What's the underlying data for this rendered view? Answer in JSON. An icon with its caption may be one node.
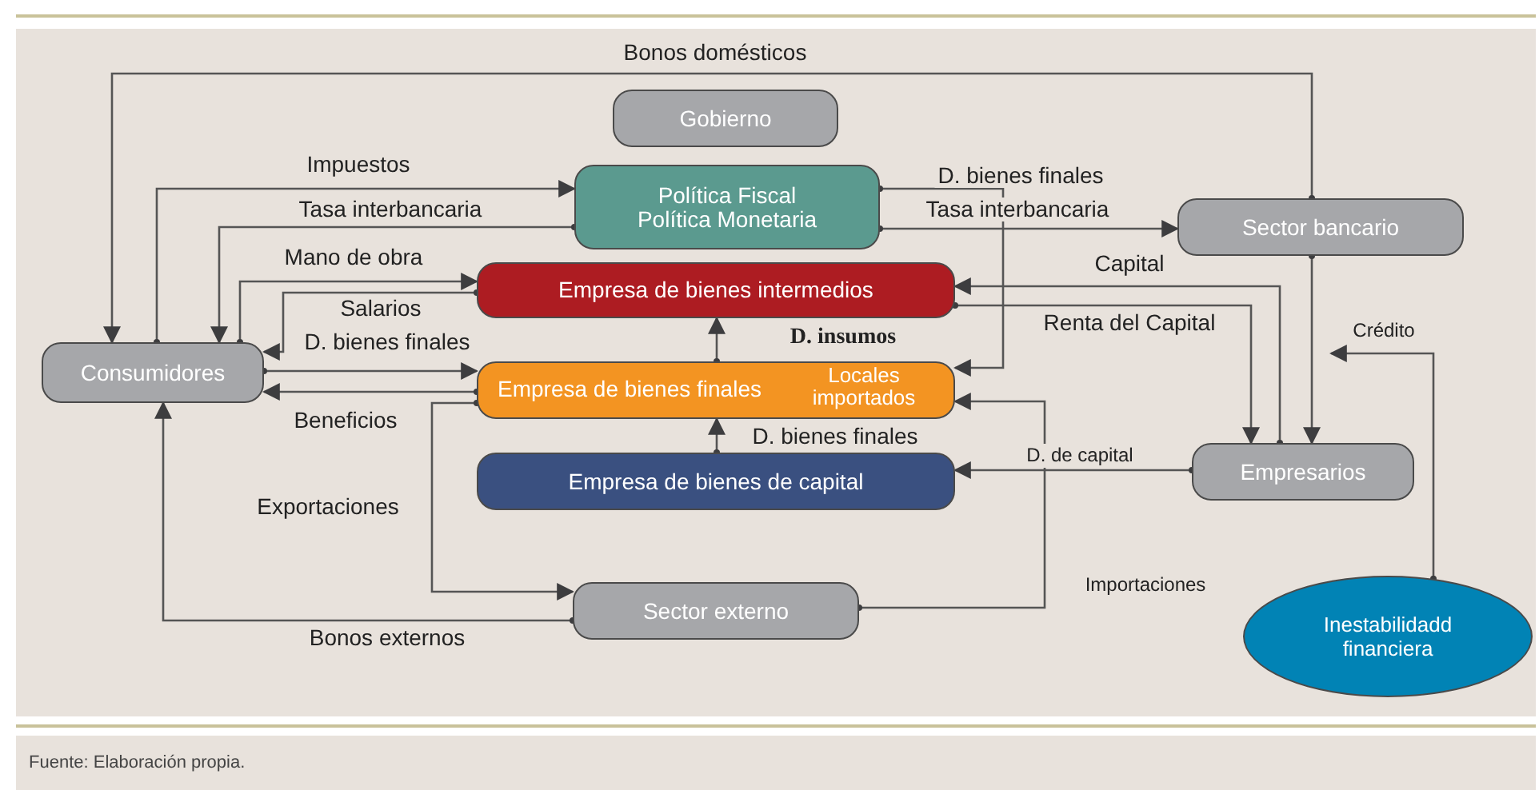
{
  "diagram": {
    "caption": "Fuente: Elaboración propia.",
    "nodes": [
      {
        "text": [
          "Gobierno"
        ]
      },
      {
        "text": [
          "Política Fiscal",
          "Política Monetaria"
        ]
      },
      {
        "text": [
          "Empresa de bienes intermedios"
        ]
      },
      {
        "text": [
          "Consumidores"
        ]
      },
      {
        "text": [
          "Empresa de bienes finales",
          "Locales importados"
        ]
      },
      {
        "text": [
          "Empresa de bienes de capital"
        ]
      },
      {
        "text": [
          "Sector bancario"
        ]
      },
      {
        "text": [
          "Empresarios"
        ]
      },
      {
        "text": [
          "Sector externo"
        ]
      },
      {
        "text": [
          "Inestabilidadd financiera"
        ]
      }
    ],
    "edges": [
      {
        "from": 6,
        "to": 3,
        "arrow": "to",
        "label": "Bonos domésticos"
      },
      {
        "from": 6,
        "to": 7,
        "arrow": "to"
      },
      {
        "from": 3,
        "to": 1,
        "arrow": "to",
        "label": "Impuestos"
      },
      {
        "from": 1,
        "to": 3,
        "arrow": "to",
        "label": "Tasa interbancaria"
      },
      {
        "from": 1,
        "to": 4,
        "arrow": "to",
        "label": "D. bienes finales"
      },
      {
        "from": 1,
        "to": 6,
        "arrow": "to",
        "label": "Tasa interbancaria"
      },
      {
        "from": 3,
        "to": 2,
        "arrow": "to",
        "label": "Mano de obra"
      },
      {
        "from": 2,
        "to": 3,
        "arrow": "to",
        "label": "Salarios"
      },
      {
        "from": 3,
        "to": 4,
        "arrow": "to",
        "label": "D. bienes finales"
      },
      {
        "from": 4,
        "to": 3,
        "arrow": "to",
        "label": "Beneficios"
      },
      {
        "from": 4,
        "to": 8,
        "arrow": "to",
        "label": "Exportaciones"
      },
      {
        "from": 8,
        "to": 3,
        "arrow": "to",
        "label": "Bonos externos"
      },
      {
        "from": 8,
        "to": 4,
        "arrow": "to",
        "label": "Importaciones"
      },
      {
        "from": 4,
        "to": 2,
        "arrow": "to",
        "label": "D. insumos"
      },
      {
        "from": 5,
        "to": 4,
        "arrow": "to",
        "label": "D. bienes finales"
      },
      {
        "from": 2,
        "to": 7,
        "arrow": "to",
        "label": "Renta del Capital"
      },
      {
        "from": 7,
        "to": 2,
        "arrow": "to",
        "label": "Capital"
      },
      {
        "from": 7,
        "to": 5,
        "arrow": "to",
        "label": "D. de capital"
      },
      {
        "from": 9,
        "to": null,
        "arrow": "to",
        "label": "Crédito"
      }
    ]
  }
}
